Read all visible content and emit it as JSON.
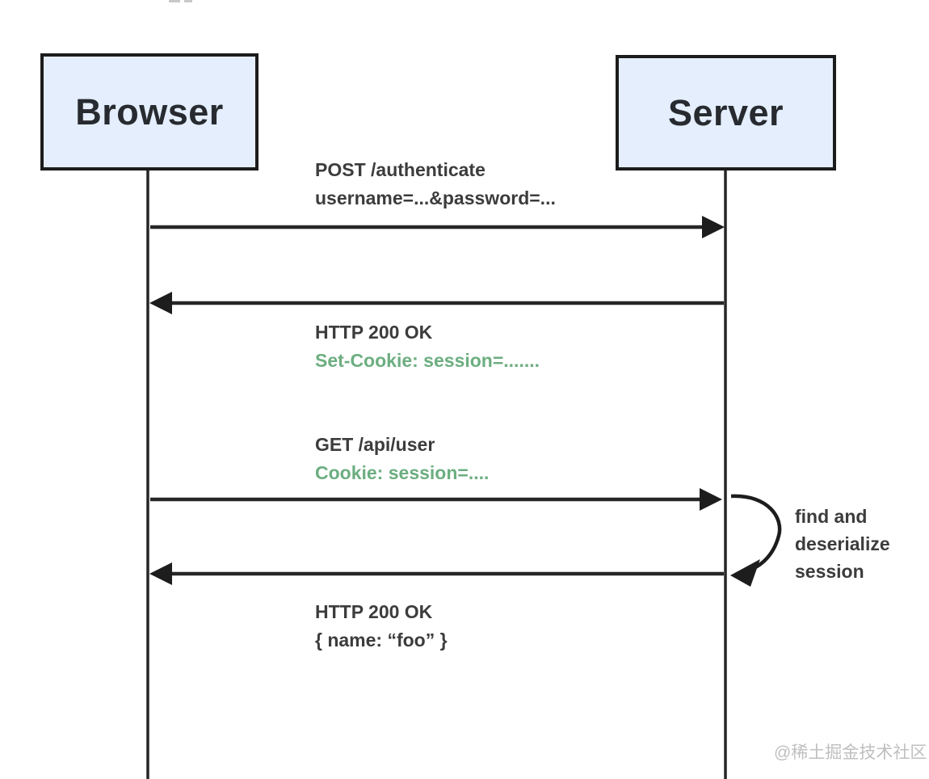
{
  "diagram": {
    "actors": [
      {
        "label": "Browser"
      },
      {
        "label": "Server"
      }
    ],
    "messages": [
      {
        "line1": "POST /authenticate",
        "line2": "username=...&password=...",
        "from": "Browser",
        "to": "Server"
      },
      {
        "line1": "HTTP 200 OK",
        "line2": "Set-Cookie: session=.......",
        "from": "Server",
        "to": "Browser"
      },
      {
        "line1": "GET /api/user",
        "line2": "Cookie: session=....",
        "from": "Browser",
        "to": "Server"
      },
      {
        "line1": "HTTP 200 OK",
        "line2": "{ name: “foo” }",
        "from": "Server",
        "to": "Browser"
      }
    ],
    "self_note": "find and deserialize session",
    "colors": {
      "actor_fill": "#e4eefc",
      "actor_border": "#1c1c1c",
      "line": "#262626",
      "text": "#3c3c3c",
      "cookie_green": "#6cae80",
      "watermark_gray": "#bfbfbf"
    }
  },
  "watermark": "@稀土掘金技术社区"
}
